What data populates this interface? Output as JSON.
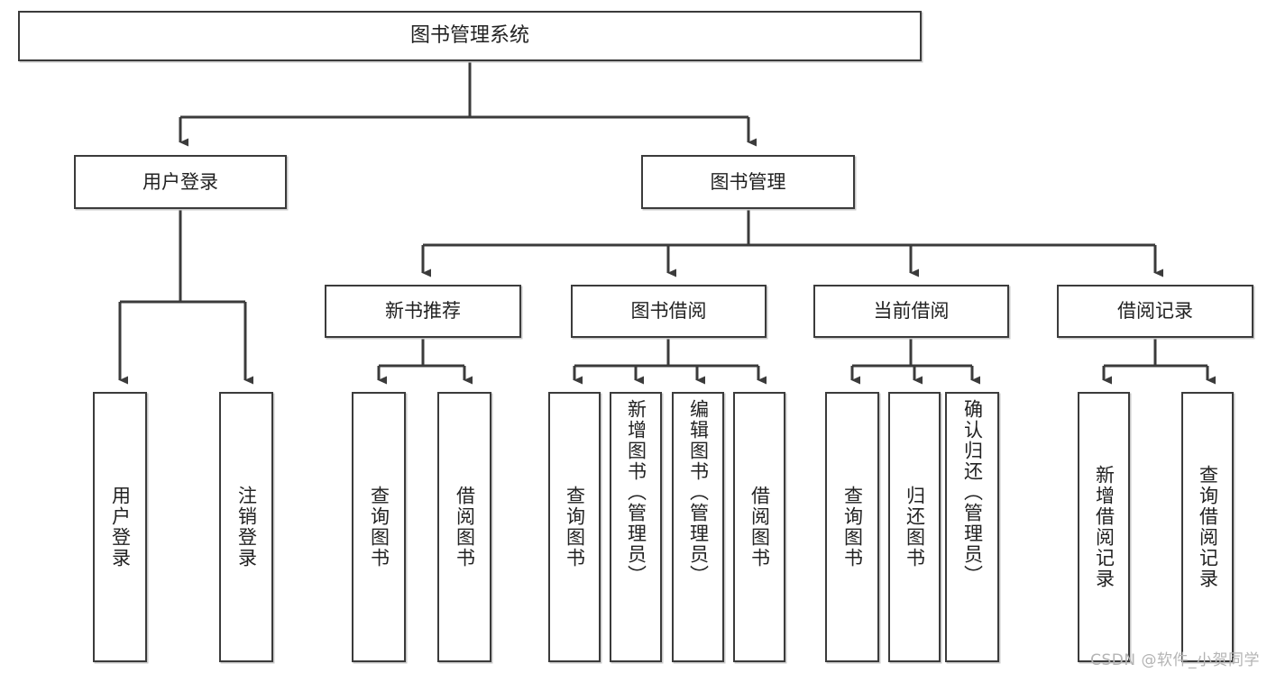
{
  "diagram": {
    "type": "tree",
    "title": "图书管理系统",
    "orientation": "top-down",
    "edge_style": "orthogonal-arrow",
    "colors": {
      "box_border": "#3b3b3b",
      "box_fill": "#ffffff",
      "edge": "#3b3b3b",
      "text": "#222222",
      "watermark": "#b4b4b4",
      "background": "#ffffff"
    }
  },
  "root": {
    "label": "图书管理系统"
  },
  "level2": [
    {
      "label": "用户登录"
    },
    {
      "label": "图书管理"
    }
  ],
  "level3": [
    {
      "label": "新书推荐"
    },
    {
      "label": "图书借阅"
    },
    {
      "label": "当前借阅"
    },
    {
      "label": "借阅记录"
    }
  ],
  "leaves": {
    "user_login": [
      {
        "label": "用户登录"
      },
      {
        "label": "注销登录"
      }
    ],
    "new_book_recommend": [
      {
        "label": "查询图书"
      },
      {
        "label": "借阅图书"
      }
    ],
    "book_borrow": [
      {
        "label": "查询图书"
      },
      {
        "label": "新增图书（管理员）"
      },
      {
        "label": "编辑图书（管理员）"
      },
      {
        "label": "借阅图书"
      }
    ],
    "current_borrow": [
      {
        "label": "查询图书"
      },
      {
        "label": "归还图书"
      },
      {
        "label": "确认归还（管理员）"
      }
    ],
    "borrow_record": [
      {
        "label": "新增借阅记录"
      },
      {
        "label": "查询借阅记录"
      }
    ]
  },
  "watermark": {
    "text": "CSDN @软件_小贺同学"
  }
}
